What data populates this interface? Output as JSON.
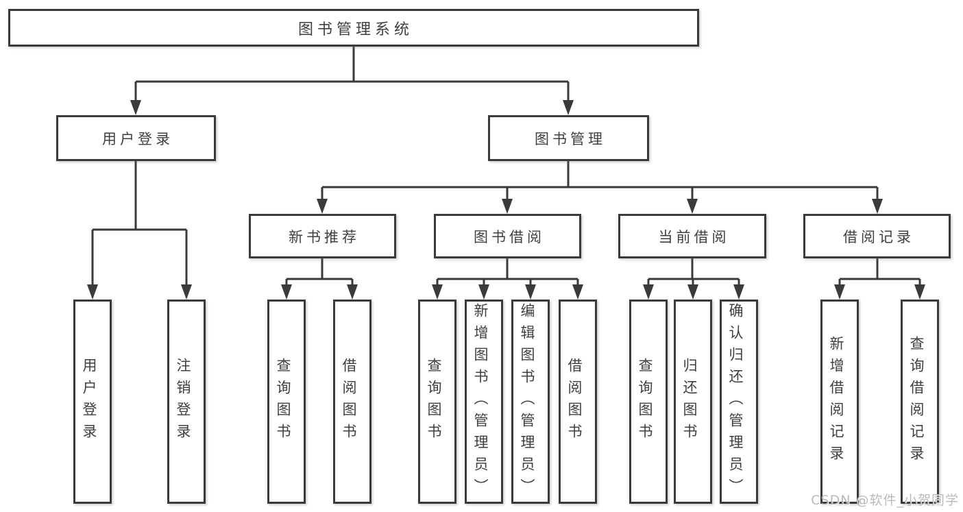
{
  "diagram": {
    "type": "hierarchy",
    "root": {
      "label": "图书管理系统"
    },
    "branches": [
      {
        "label": "用户登录",
        "children": [
          "用户登录",
          "注销登录"
        ]
      },
      {
        "label": "图书管理",
        "children": [
          {
            "label": "新书推荐",
            "children": [
              "查询图书",
              "借阅图书"
            ]
          },
          {
            "label": "图书借阅",
            "children": [
              "查询图书",
              "新增图书（管理员）",
              "编辑图书（管理员）",
              "借阅图书"
            ]
          },
          {
            "label": "当前借阅",
            "children": [
              "查询图书",
              "归还图书",
              "确认归还（管理员）"
            ]
          },
          {
            "label": "借阅记录",
            "children": [
              "新增借阅记录",
              "查询借阅记录"
            ]
          }
        ]
      }
    ]
  },
  "watermark": {
    "text": "CSDN @软件_小贺同学",
    "color": "#b3b3b3"
  },
  "colors": {
    "line": "#3a3a3a",
    "text": "#3f3f3f",
    "background": "#ffffff"
  }
}
